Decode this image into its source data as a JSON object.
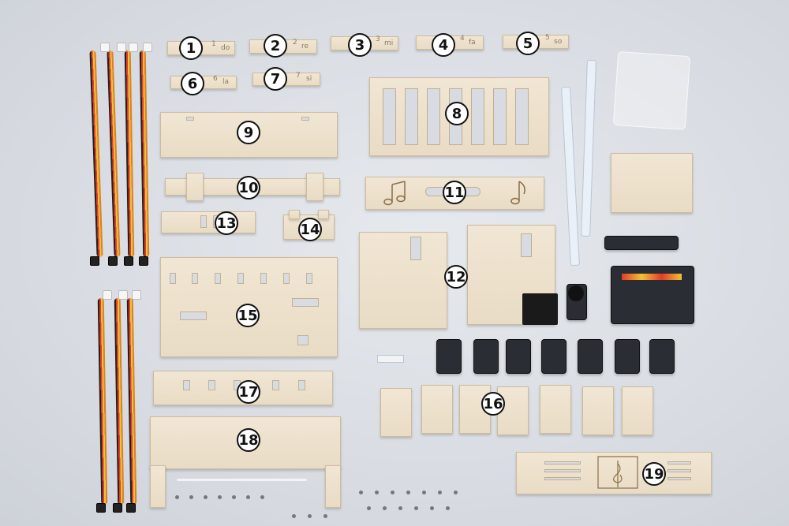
{
  "labels": [
    "1",
    "2",
    "3",
    "4",
    "5",
    "6",
    "7",
    "8",
    "9",
    "10",
    "11",
    "12",
    "13",
    "14",
    "15",
    "16",
    "17",
    "18",
    "19"
  ],
  "key_notes": [
    {
      "num": "1",
      "name": "do"
    },
    {
      "num": "2",
      "name": "re"
    },
    {
      "num": "3",
      "name": "mi"
    },
    {
      "num": "4",
      "name": "fa"
    },
    {
      "num": "5",
      "name": "so"
    },
    {
      "num": "6",
      "name": "la"
    },
    {
      "num": "7",
      "name": "si"
    }
  ]
}
